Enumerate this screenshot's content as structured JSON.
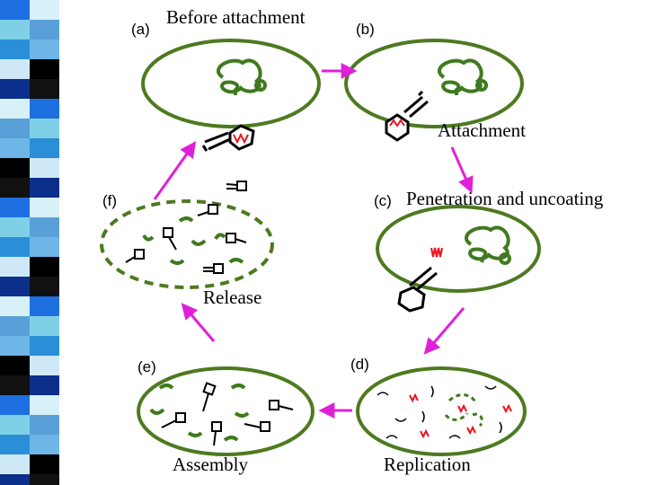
{
  "colors": {
    "cell_outline": "#4d7a1f",
    "arrow": "#e020d8",
    "dna": "#3f7a1e",
    "phage_dna": "#e8141e",
    "stripe": [
      "#1e6fe0",
      "#6fb6e8",
      "#0b2f8a",
      "#7fd0e6",
      "#000000",
      "#d8f0f8",
      "#2a8fd6",
      "#111111",
      "#5aa0d8",
      "#cfe8f5"
    ]
  },
  "stages": {
    "a": {
      "letter": "(a)",
      "caption": "Before attachment"
    },
    "b": {
      "letter": "(b)",
      "caption": "Attachment"
    },
    "c": {
      "letter": "(c)",
      "caption": "Penetration and uncoating"
    },
    "d": {
      "letter": "(d)",
      "caption": "Replication"
    },
    "e": {
      "letter": "(e)",
      "caption": "Assembly"
    },
    "f": {
      "letter": "(f)",
      "caption": "Release"
    }
  }
}
